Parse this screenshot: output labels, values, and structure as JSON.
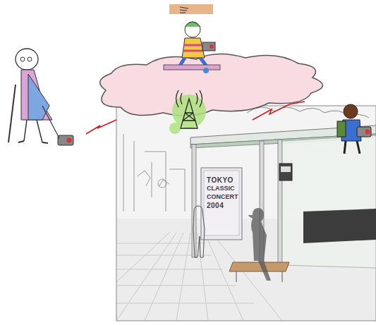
{
  "diagram": {
    "labels": [
      "TOKYO",
      "CLASSIC",
      "CONCERT",
      "2004"
    ]
  }
}
